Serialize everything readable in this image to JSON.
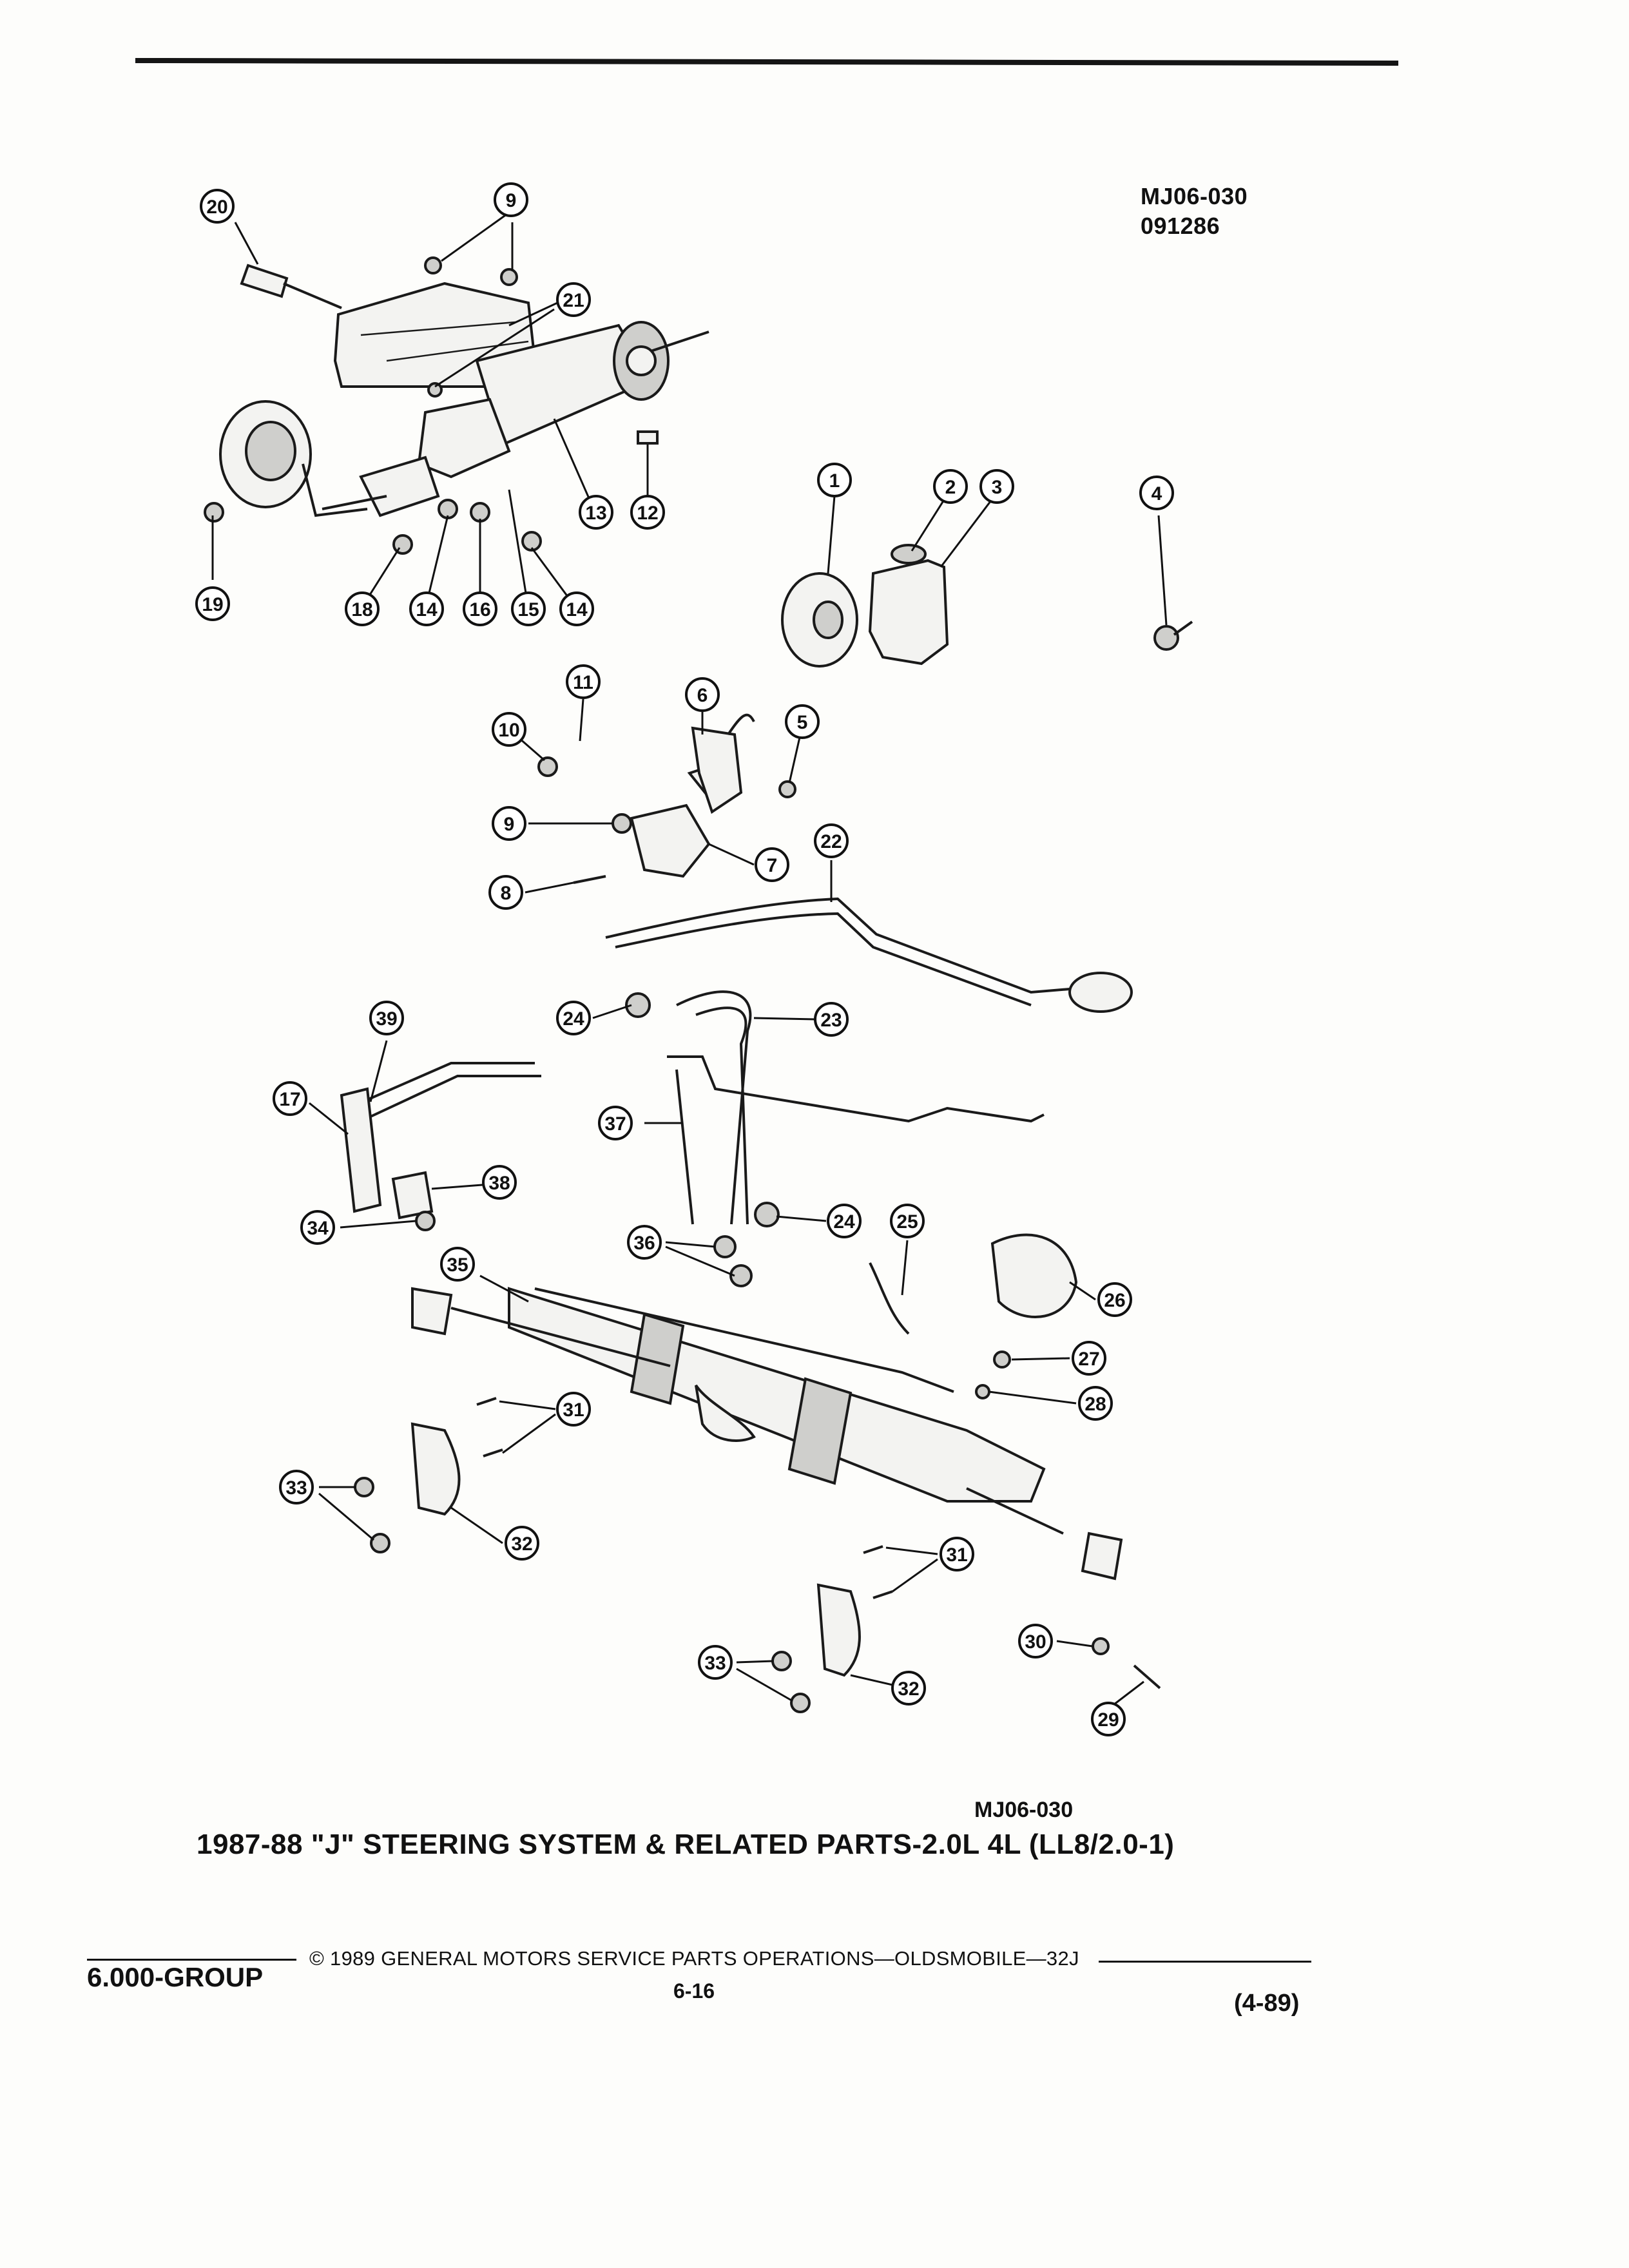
{
  "header": {
    "ref_code_line1": "MJ06-030",
    "ref_code_line2": "091286"
  },
  "diagram": {
    "callouts": [
      "20",
      "9",
      "21",
      "13",
      "12",
      "19",
      "18",
      "14",
      "16",
      "15",
      "14",
      "1",
      "2",
      "3",
      "4",
      "11",
      "10",
      "6",
      "5",
      "9",
      "7",
      "8",
      "22",
      "39",
      "24",
      "23",
      "17",
      "37",
      "38",
      "34",
      "24",
      "36",
      "25",
      "35",
      "26",
      "27",
      "28",
      "31",
      "33",
      "32",
      "31",
      "30",
      "33",
      "32",
      "29"
    ]
  },
  "caption": {
    "code": "MJ06-030",
    "title": "1987-88 \"J\" STEERING SYSTEM & RELATED PARTS-2.0L 4L (LL8/2.0-1)"
  },
  "footer": {
    "group": "6.000-GROUP",
    "copyright": "© 1989 GENERAL MOTORS SERVICE PARTS OPERATIONS—OLDSMOBILE—32J",
    "page": "6-16",
    "date": "(4-89)"
  }
}
